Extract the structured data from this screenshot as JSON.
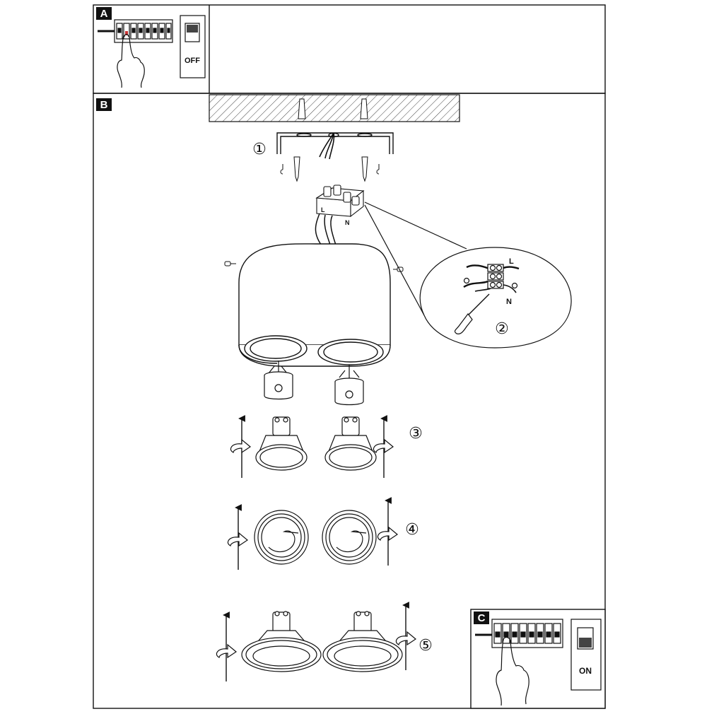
{
  "sections": {
    "a": {
      "label": "A",
      "switch_text": "OFF"
    },
    "b": {
      "label": "B"
    },
    "c": {
      "label": "C",
      "switch_text": "ON"
    }
  },
  "steps": {
    "s1": "①",
    "s2": "②",
    "s3": "③",
    "s4": "④",
    "s5": "⑤"
  },
  "terminal": {
    "live": "L",
    "neutral": "N"
  },
  "detail": {
    "live": "L",
    "neutral": "N"
  }
}
